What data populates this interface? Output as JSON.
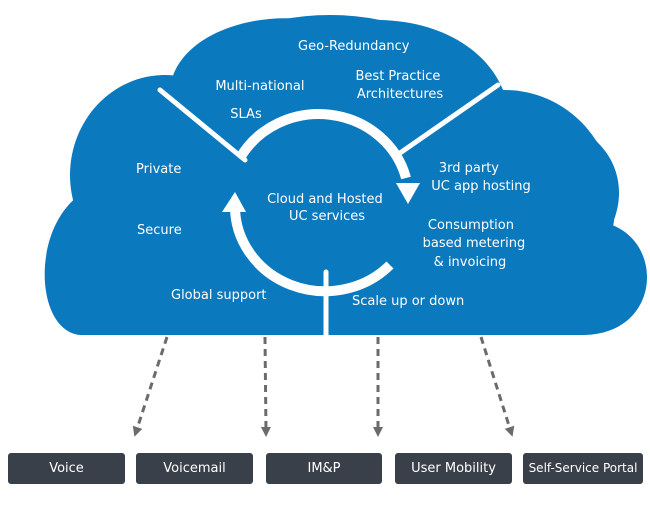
{
  "colors": {
    "cloud_fill": "#0b79bd",
    "divider": "#ffffff",
    "arrow": "#6b6b6b",
    "service_bg": "#3a4049",
    "service_text": "#ffffff"
  },
  "cloud": {
    "center_label": [
      "Cloud and Hosted",
      "UC services"
    ],
    "features": {
      "geo_redundancy": [
        "Geo-Redundancy"
      ],
      "best_practice": [
        "Best Practice",
        "Architectures"
      ],
      "multinational": [
        "Multi-national",
        "SLAs"
      ],
      "private": [
        "Private"
      ],
      "secure": [
        "Secure"
      ],
      "global_support": [
        "Global support"
      ],
      "third_party": [
        "3rd party",
        "UC app hosting"
      ],
      "consumption": [
        "Consumption",
        "based metering",
        "& invoicing"
      ],
      "scale": [
        "Scale up or down"
      ]
    }
  },
  "services": [
    {
      "label": "Voice"
    },
    {
      "label": "Voicemail"
    },
    {
      "label": "IM&P"
    },
    {
      "label": "User Mobility"
    },
    {
      "label": "Self-Service Portal"
    }
  ]
}
